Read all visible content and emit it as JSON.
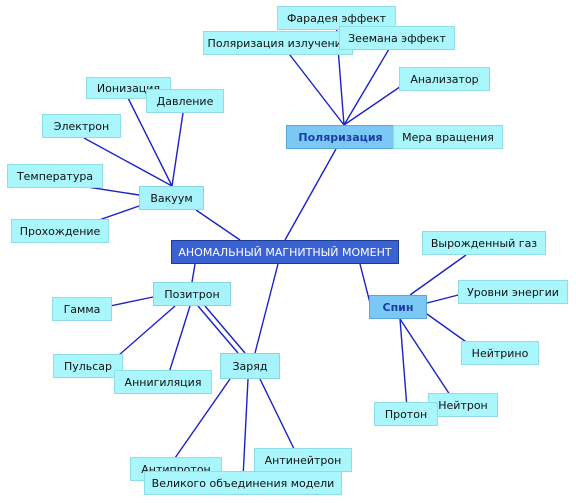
{
  "root": {
    "label": "АНОМАЛЬНЫЙ МАГНИТНЫЙ МОМЕНТ"
  },
  "hubs": {
    "polarization": "Поляризация",
    "spin": "Спин",
    "vacuum": "Вакуум",
    "positron": "Позитрон",
    "charge": "Заряд"
  },
  "leaves": {
    "faraday": "Фарадея эффект",
    "emission_polarization": "Поляризация излучения",
    "zeeman": "Зеемана эффект",
    "analyzer": "Анализатор",
    "rotation_measure": "Мера вращения",
    "ionization": "Ионизация",
    "pressure": "Давление",
    "electron": "Электрон",
    "temperature": "Температура",
    "passage": "Прохождение",
    "degenerate_gas": "Вырожденный газ",
    "energy_levels": "Уровни энергии",
    "neutrino": "Нейтрино",
    "neutron": "Нейтрон",
    "proton": "Протон",
    "gamma": "Гамма",
    "pulsar": "Пульсар",
    "annihilation": "Аннигиляция",
    "antineutron": "Антинейтрон",
    "antiproton": "Антипротон",
    "grand_unification": "Великого объединения модели"
  },
  "colors": {
    "link": "#1a22c8",
    "leaf_fill": "#a9f6fc",
    "hub_fill": "#7cc8f4",
    "root_fill": "#3a62d2"
  }
}
